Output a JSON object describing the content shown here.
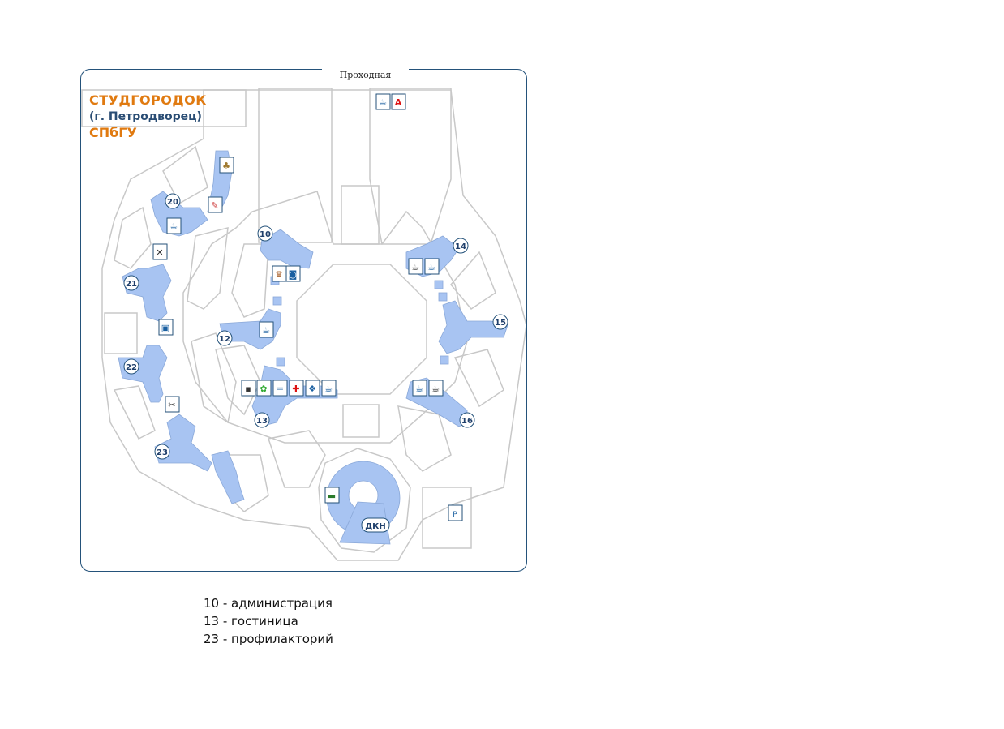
{
  "map": {
    "gate_label": "Проходная",
    "title": [
      "СТУДГОРОДОК",
      "(г. Петродворец)",
      "СПбГУ"
    ],
    "dkn_label": "ДКН",
    "building_numbers": [
      "10",
      "12",
      "13",
      "14",
      "15",
      "16",
      "20",
      "21",
      "22",
      "23"
    ],
    "icons": [
      "cafe-icon",
      "atm-icon",
      "pharmacy-icon",
      "hotel-icon",
      "shop-icon",
      "car-icon",
      "parking-icon",
      "repair-icon",
      "laundry-icon",
      "coffee-icon",
      "medical-icon",
      "flowers-icon",
      "bed-icon",
      "bank-icon"
    ],
    "colors": {
      "building_fill": "#a8c4f2",
      "road_stroke": "#c8c8c8",
      "frame_border": "#24527a",
      "title_orange": "#e07a10",
      "title_blue": "#2a4d74",
      "label_text": "#1f3f6b"
    }
  },
  "legend": [
    "10 - администрация",
    "13 - гостиница",
    "23 - профилакторий"
  ]
}
